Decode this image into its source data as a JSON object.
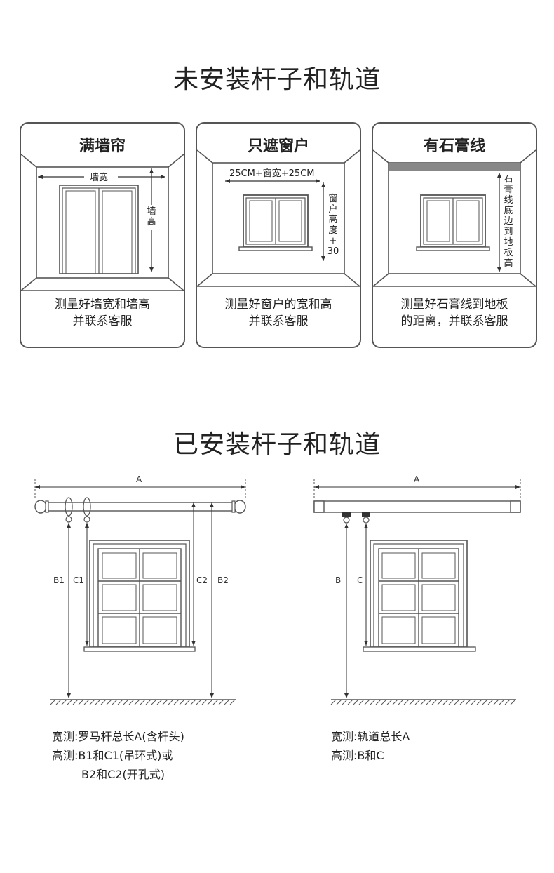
{
  "section1": {
    "title": "未安装杆子和轨道",
    "cards": [
      {
        "title": "满墙帘",
        "width_label": "墙宽",
        "height_label": [
          "墙",
          "高"
        ],
        "caption": [
          "测量好墙宽和墙高",
          "并联系客服"
        ]
      },
      {
        "title": "只遮窗户",
        "width_label": "25CM+窗宽+25CM",
        "height_label": [
          "窗",
          "户",
          "高",
          "度",
          "+",
          "30"
        ],
        "caption": [
          "测量好窗户的宽和高",
          "并联系客服"
        ]
      },
      {
        "title": "有石膏线",
        "height_label": [
          "石",
          "膏",
          "线",
          "底",
          "边",
          "到",
          "地",
          "板",
          "高"
        ],
        "caption": [
          "测量好石膏线到地板",
          "的距离，并联系客服"
        ]
      }
    ]
  },
  "section2": {
    "title": "已安装杆子和轨道",
    "left": {
      "labels": {
        "a": "A",
        "b1": "B1",
        "c1": "C1",
        "c2": "C2",
        "b2": "B2"
      },
      "notes": [
        "宽测:罗马杆总长A(含杆头)",
        "高测:B1和C1(吊环式)或",
        "B2和C2(开孔式)"
      ]
    },
    "right": {
      "labels": {
        "a": "A",
        "b": "B",
        "c": "C"
      },
      "notes": [
        "宽测:轨道总长A",
        "高测:B和C"
      ]
    }
  },
  "colors": {
    "line": "#555555",
    "text": "#222222",
    "molding": "#888888"
  }
}
